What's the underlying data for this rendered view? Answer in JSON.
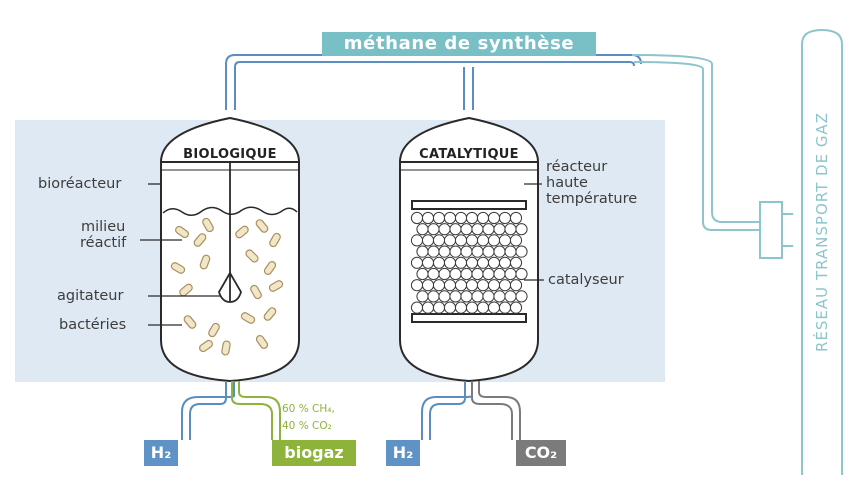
{
  "header_label": "méthane de synthèse",
  "network_label": "RÉSEAU TRANSPORT DE GAZ",
  "biological": {
    "title": "BIOLOGIQUE",
    "labels": {
      "bioreactor": "bioréacteur",
      "medium_line1": "milieu",
      "medium_line2": "réactif",
      "agitator": "agitateur",
      "bacteria": "bactéries"
    },
    "inputs": {
      "h2": "H₂",
      "biogas": "biogaz",
      "composition_line1": "60 % CH₄,",
      "composition_line2": "40 % CO₂"
    }
  },
  "catalytic": {
    "title": "CATALYTIQUE",
    "labels": {
      "reactor_line1": "réacteur",
      "reactor_line2": "haute",
      "reactor_line3": "température",
      "catalyst": "catalyseur"
    },
    "inputs": {
      "h2": "H₂",
      "co2": "CO₂"
    }
  },
  "colors": {
    "pipe_blue": "#5b8ec0",
    "pipe_teal": "#8cc6cc",
    "panel_bg": "#dfe9f3",
    "header_bg": "#79c0c6",
    "h2_bg": "#5f93c5",
    "biogas_bg": "#8db33a",
    "co2_bg": "#7b7b7b",
    "bacteria_fill": "#f2e6c8",
    "bacteria_stroke": "#a89060"
  }
}
